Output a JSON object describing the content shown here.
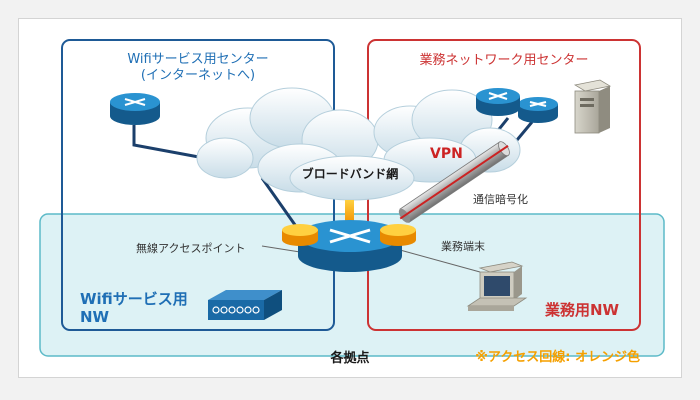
{
  "wifi_center": {
    "title_line1": "Wifiサービス用センター",
    "title_line2": "(インターネットへ)"
  },
  "business_center": {
    "title": "業務ネットワーク用センター"
  },
  "cloud_label": "ブロードバンド網",
  "vpn_label": "VPN",
  "tunnel_label": "通信暗号化",
  "wireless_ap_label": "無線アクセスポイント",
  "terminal_label": "業務端末",
  "wifi_nw_line1": "Wifiサービス用",
  "wifi_nw_line2": "NW",
  "business_nw_label": "業務用NW",
  "site_label": "各拠点",
  "access_line_note": "※アクセス回線: オレンジ色",
  "colors": {
    "wifi_border": "#1e5a96",
    "business_border": "#cc3333",
    "site_fill": "#ddf2f5",
    "site_border": "#5cbac8",
    "access_line": "#f5a000",
    "router": "#1f86c6",
    "label_blue": "#1f6fb5",
    "label_red": "#cc3333"
  },
  "icons": [
    "router-icon",
    "server-icon",
    "wireless-ap-icon",
    "pc-terminal-icon",
    "cloud-icon",
    "vpn-tunnel-icon"
  ]
}
